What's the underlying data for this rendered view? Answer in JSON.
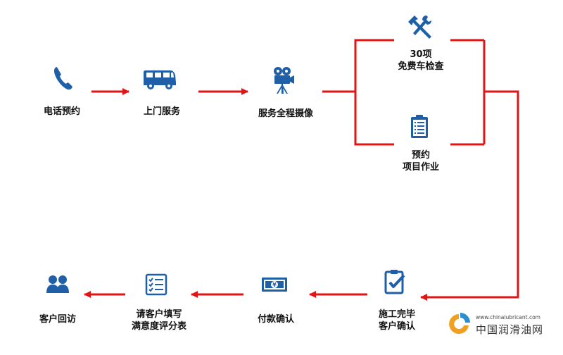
{
  "colors": {
    "arrow": "#e01515",
    "icon": "#1f5fa8"
  },
  "steps": [
    {
      "id": "phone-booking",
      "icon": "phone-icon",
      "lines": [
        "电话预约"
      ]
    },
    {
      "id": "home-service",
      "icon": "van-icon",
      "lines": [
        "上门服务"
      ]
    },
    {
      "id": "video-record",
      "icon": "video-camera-icon",
      "lines": [
        "服务全程摄像"
      ]
    },
    {
      "id": "free-check",
      "icon": "tools-icon",
      "lines": [
        "30项",
        "免费车检查"
      ]
    },
    {
      "id": "booked-work",
      "icon": "clipboard-list-icon",
      "lines": [
        "预约",
        "项目作业"
      ]
    },
    {
      "id": "completion",
      "icon": "clipboard-check-icon",
      "lines": [
        "施工完毕",
        "客户确认"
      ]
    },
    {
      "id": "payment",
      "icon": "banknote-icon",
      "lines": [
        "付款确认"
      ]
    },
    {
      "id": "survey",
      "icon": "checklist-icon",
      "lines": [
        "请客户填写",
        "满意度评分表"
      ]
    },
    {
      "id": "follow-up",
      "icon": "users-icon",
      "lines": [
        "客户回访"
      ]
    }
  ],
  "watermark": {
    "url": "www.chinalubricant.com",
    "name": "中国润滑油网"
  }
}
